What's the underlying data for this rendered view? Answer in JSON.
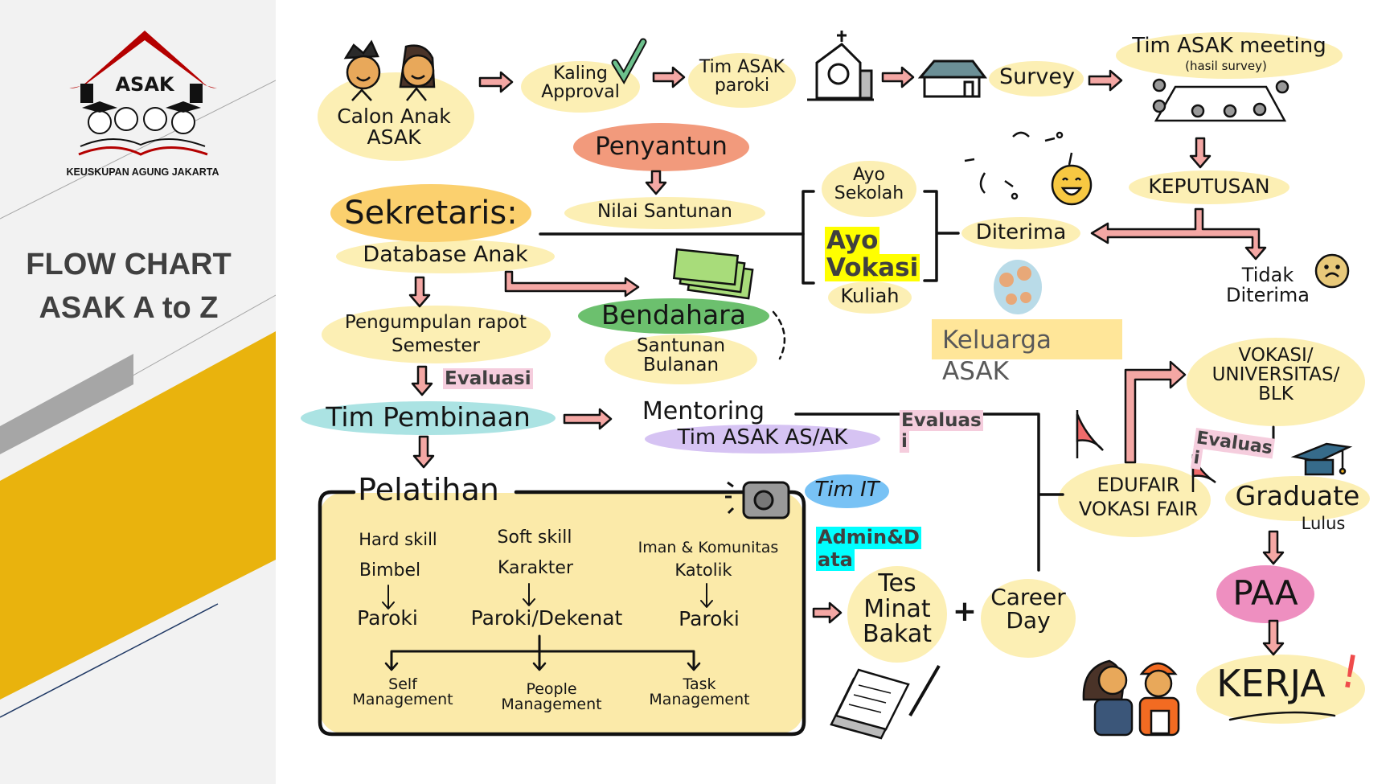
{
  "sidebar": {
    "logo_text": "ASAK",
    "org": "KEUSKUPAN AGUNG JAKARTA",
    "title_line1": "FLOW CHART",
    "title_line2": "ASAK A to Z"
  },
  "colors": {
    "accent_yellow": "#e9b30d",
    "logo_red": "#b40000",
    "blob_yellow": "#fcefb4",
    "arrow_pink": "#f4a7a4",
    "penyantun": "#f29a7c",
    "sekretaris": "#fbd06e",
    "bendahara": "#6cc06e",
    "tim_pembinaan": "#abe3e3",
    "tim_asak_asak": "#d6c3f3",
    "tim_it": "#78c2f5",
    "paa": "#ee8fc0",
    "evaluasi_bg": "#f5cddd",
    "admin_bg": "#00ffff",
    "vokasi_bg": "#ffff00",
    "keluarga_bg": "#ffe699"
  },
  "flow": {
    "calon": [
      "Calon Anak",
      "ASAK"
    ],
    "kaling": [
      "Kaling",
      "Approval"
    ],
    "tim_paroki": [
      "Tim ASAK",
      "paroki"
    ],
    "survey": "Survey",
    "meeting": "Tim ASAK meeting",
    "meeting_sub": "(hasil survey)",
    "keputusan": "KEPUTUSAN",
    "diterima": "Diterima",
    "tidak": [
      "Tidak",
      "Diterima"
    ],
    "ayo_sekolah": [
      "Ayo",
      "Sekolah"
    ],
    "ayo_vokasi": [
      "Ayo",
      "Vokasi"
    ],
    "kuliah": "Kuliah",
    "keluarga": [
      "Keluarga",
      "ASAK"
    ],
    "penyantun": "Penyantun",
    "nilai": "Nilai Santunan",
    "sekretaris": "Sekretaris:",
    "database": "Database Anak",
    "bendahara": "Bendahara",
    "santunan": [
      "Santunan",
      "Bulanan"
    ],
    "pengumpulan": [
      "Pengumpulan rapot",
      "Semester"
    ],
    "evaluasi": [
      "Evaluas",
      "i"
    ],
    "tim_pembinaan": "Tim Pembinaan",
    "mentoring": "Mentoring",
    "tim_asak_asak": "Tim ASAK AS/AK",
    "pelatihan": "Pelatihan",
    "tim_it": "Tim IT",
    "admin": [
      "Admin&D",
      "ata"
    ],
    "columns": [
      {
        "head": "Hard skill",
        "item": "Bimbel",
        "where": "Paroki"
      },
      {
        "head": "Soft skill",
        "item": "Karakter",
        "where": "Paroki/Dekenat"
      },
      {
        "head": "Iman & Komunitas",
        "item": "Katolik",
        "where": "Paroki"
      }
    ],
    "outcomes": [
      [
        "Self",
        "Management"
      ],
      [
        "People",
        "Management"
      ],
      [
        "Task",
        "Management"
      ]
    ],
    "tes": [
      "Tes",
      "Minat",
      "Bakat"
    ],
    "plus": "+",
    "career": [
      "Career",
      "Day"
    ],
    "edufair": [
      "EDUFAIR",
      "VOKASI FAIR"
    ],
    "vokasi_univ": [
      "VOKASI/",
      "UNIVERSITAS/",
      "BLK"
    ],
    "graduate": "Graduate",
    "lulus": "Lulus",
    "paa": "PAA",
    "kerja": "KERJA",
    "excl": "!"
  }
}
